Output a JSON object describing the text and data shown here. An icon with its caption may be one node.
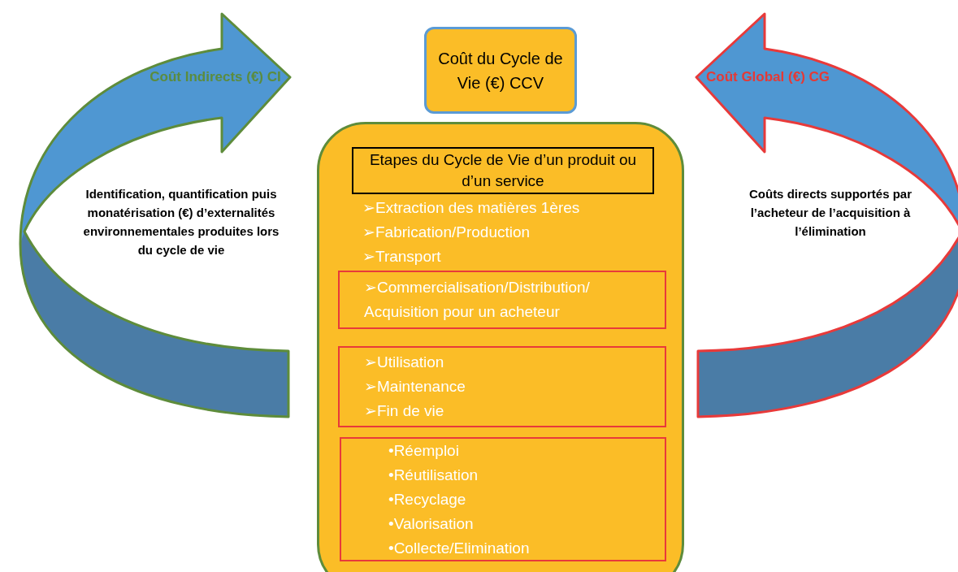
{
  "diagram": {
    "nodes": [
      {
        "text": [
          "Coût du Cycle de Vie (€) CCV"
        ]
      },
      {
        "text": [
          "➢Extraction des matières 1ères",
          "➢Fabrication/Production",
          "➢Transport"
        ]
      },
      {
        "text": [
          "Etapes du Cycle de Vie d’un produit ou d’un service"
        ],
        "in": 1
      },
      {
        "text": [
          "➢Commercialisation/Distribution/ Acquisition pour un acheteur"
        ],
        "in": 1
      },
      {
        "text": [
          "➢Utilisation",
          "➢Maintenance",
          "➢Fin de vie"
        ],
        "in": 1
      },
      {
        "text": [
          "•Réemploi",
          "•Réutilisation",
          "•Recyclage",
          "•Valorisation",
          "•Collecte/Elimination"
        ],
        "in": 1
      },
      {
        "text": [
          "Coût Indirects (€) CI"
        ],
        "beside": [
          "Identification, quantification puis monatérisation (€) d’externalités environnementales produites lors du cycle de vie"
        ]
      },
      {
        "text": [
          "Coût Global (€) CG"
        ],
        "beside": [
          "Coûts directs supportés par l’acheteur de l’acquisition à l’élimination"
        ]
      }
    ]
  }
}
